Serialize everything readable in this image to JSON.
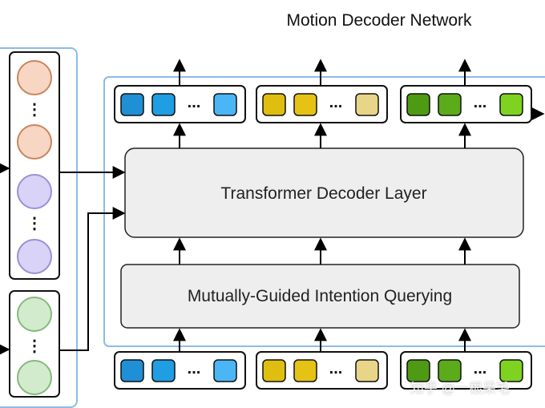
{
  "title": "Motion Decoder Network",
  "decoder_layer_label": "Transformer Decoder Layer",
  "intention_layer_label": "Mutually-Guided Intention Querying",
  "ellipsis": "...",
  "ellipsis_vertical": "⋮",
  "watermark": "知乎 @一根呆毛",
  "colors": {
    "blue": [
      "#1f8fd6",
      "#1f9ee3",
      "#4ab6f5"
    ],
    "yellow": [
      "#e0be0f",
      "#e5c214",
      "#e8d587"
    ],
    "green": [
      "#4e9a12",
      "#5cab1a",
      "#7ed321"
    ],
    "peach_circle": "#f8d6c4",
    "lavender_circle": "#d8d3f7",
    "mint_circle": "#d2ebcd",
    "container_border": "#8cbbe8",
    "layer_fill": "#eeeeee"
  }
}
